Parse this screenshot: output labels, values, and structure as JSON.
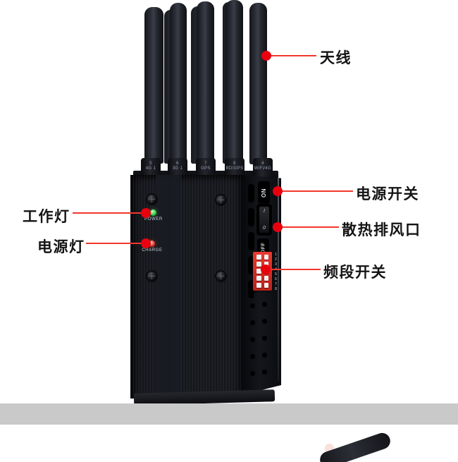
{
  "theme": {
    "accent_red": "#e8000f",
    "line_red": "#f2382c",
    "gray_band": "#c9c9c9",
    "background": "#ffffff"
  },
  "annotations": [
    {
      "label": "天线",
      "target": "antenna"
    },
    {
      "label": "工作灯",
      "target": "work-light"
    },
    {
      "label": "电源灯",
      "target": "power-light"
    },
    {
      "label": "电源开关",
      "target": "power-switch"
    },
    {
      "label": "散热排风口",
      "target": "heat-vent"
    },
    {
      "label": "频段开关",
      "target": "band-switch"
    }
  ],
  "device": {
    "antennas": [
      {
        "num": "5",
        "band": "4G 1"
      },
      {
        "num": "6",
        "band": "3G 1"
      },
      {
        "num": "7",
        "band": "GPS"
      },
      {
        "num": "8",
        "band": "BD/GPS"
      },
      {
        "num": "4",
        "band": "WiFi/4G"
      }
    ],
    "front_panel": {
      "power_led": "POWER",
      "charge_led": "CHARGE"
    },
    "side_panel": {
      "power_on": "ON",
      "power_off": "OFF",
      "rocker_on": "I",
      "rocker_off": "0",
      "dip_numbers": "12345678"
    }
  }
}
